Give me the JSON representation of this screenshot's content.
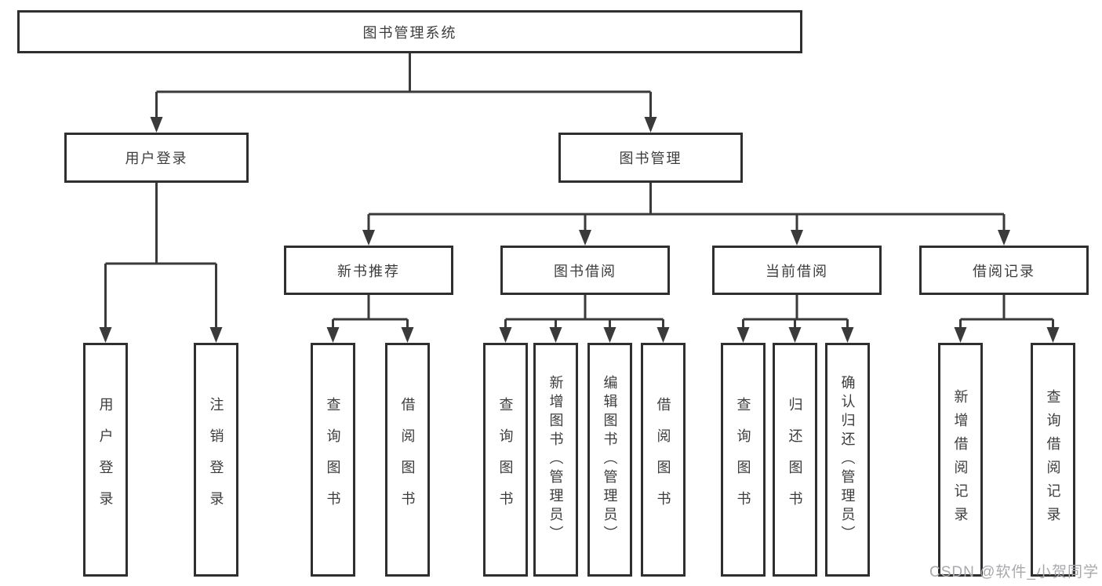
{
  "tree": {
    "root": {
      "label": "图书管理系统",
      "children": [
        {
          "label": "用户登录",
          "children": [
            "用户登录",
            "注销登录"
          ]
        },
        {
          "label": "图书管理",
          "children": [
            {
              "label": "新书推荐",
              "children": [
                "查询图书",
                "借阅图书"
              ]
            },
            {
              "label": "图书借阅",
              "children": [
                "查询图书",
                "新增图书（管理员）",
                "编辑图书（管理员）",
                "借阅图书"
              ]
            },
            {
              "label": "当前借阅",
              "children": [
                "查询图书",
                "归还图书",
                "确认归还（管理员）"
              ]
            },
            {
              "label": "借阅记录",
              "children": [
                "新增借阅记录",
                "查询借阅记录"
              ]
            }
          ]
        }
      ]
    }
  },
  "watermark": "CSDN @软件_小贺同学",
  "colors": {
    "box_border": "#2f2f2f",
    "connector": "#3a3a3a",
    "text": "#3d3d3d",
    "watermark": "#a9a9ad",
    "background": "#ffffff"
  }
}
